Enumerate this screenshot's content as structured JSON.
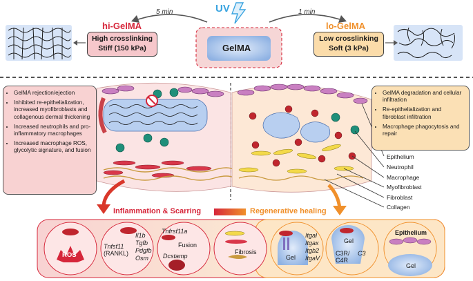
{
  "top": {
    "uv_label": "UV",
    "left_time": "5 min",
    "right_time": "1 min",
    "center_label": "GelMA",
    "hi": {
      "title": "hi-GelMA",
      "line1": "High crosslinking",
      "line2": "Stiff (150 kPa)"
    },
    "lo": {
      "title": "lo-GelMA",
      "line1": "Low crosslinking",
      "line2": "Soft (3 kPa)"
    }
  },
  "left_panel": {
    "items": [
      "GelMA rejection/ejection",
      "Inhibited re-epithelialization, increased myofibroblasts and collagenous dermal thickening",
      "Increased neutrophils and pro-inflammatory macrophages",
      "Increased macrophage ROS, glycolytic signature, and fusion"
    ]
  },
  "right_panel": {
    "items": [
      "GelMA degradation and cellular infiltration",
      "Re-epithelialization and fibroblast infiltration",
      "Macrophage phagocytosis and repair"
    ]
  },
  "legend": [
    "Epithelium",
    "Neutrophil",
    "Macrophage",
    "Myofibroblast",
    "Fibroblast",
    "Collagen"
  ],
  "band": {
    "left": "Inflammation & Scarring",
    "right": "Regenerative healing"
  },
  "circles": {
    "ros": "ROS",
    "c2": {
      "left1": "Tnfsf11",
      "left2": "(RANKL)",
      "right": [
        "Il1b",
        "Tgfb",
        "Pdgfb",
        "Osm"
      ]
    },
    "c3": {
      "top": "Tnfrsf11a",
      "mid": "Fusion",
      "bottom": "Dcstamp"
    },
    "c4": "Fibrosis",
    "c5": {
      "gel": "Gel",
      "genes": [
        "Itgal",
        "Itgax",
        "Itgb2",
        "ItgaV"
      ]
    },
    "c6": {
      "gel": "Gel",
      "left1": "C3R/",
      "left2": "C4R",
      "right": "C3"
    },
    "c7": {
      "top": "Epithelium",
      "gel": "Gel"
    }
  },
  "colors": {
    "hi": "#d6263a",
    "lo": "#f0902b",
    "uv": "#3aa4e0",
    "gel_blue": "#aac7ec",
    "panel_pink": "#f8d2d2",
    "panel_orange": "#fbe0b5"
  }
}
